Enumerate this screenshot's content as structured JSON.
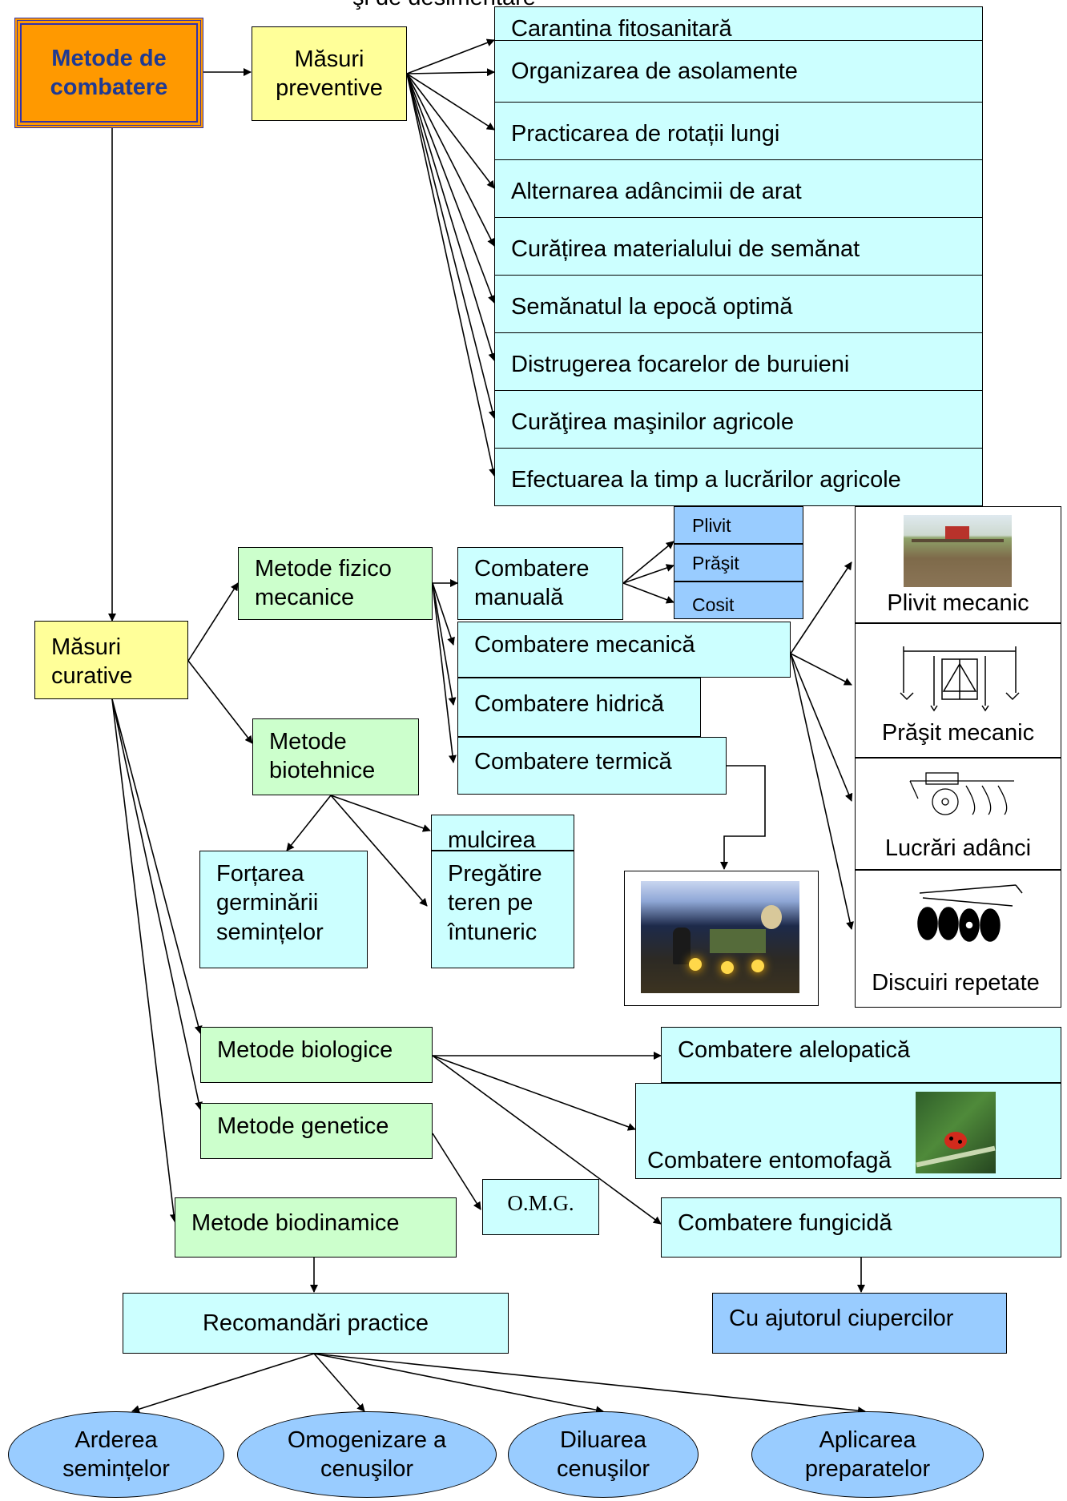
{
  "top_title_fragment": "şi de desimentare",
  "root": "Metode de combatere",
  "preventive": {
    "label": "Măsuri preventive",
    "items": [
      "Carantina fitosanitară",
      "Organizarea de asolamente",
      "Practicarea de rotații lungi",
      "Alternarea adâncimii de arat",
      "Curățirea materialului de semănat",
      "Semănatul la epocă optimă",
      "Distrugerea focarelor de buruieni",
      "Curăţirea maşinilor agricole",
      "Efectuarea la timp a lucrărilor agricole"
    ]
  },
  "curative": {
    "label": "Măsuri curative",
    "physical": {
      "label": "Metode fizico mecanice",
      "manual": {
        "label": "Combatere manuală",
        "items": [
          "Plivit",
          "Prăşit",
          "Cosit"
        ]
      },
      "mechanical": "Combatere mecanică",
      "hydric": "Combatere hidrică",
      "thermal": "Combatere termică",
      "mechanical_images": [
        "Plivit mecanic",
        "Prăşit mecanic",
        "Lucrări adânci",
        "Discuiri repetate"
      ]
    },
    "biotechnical": {
      "label": "Metode biotehnice",
      "forcing": "Forțarea germinării semințelor",
      "mulching": "mulcirea",
      "dark_prep": "Pregătire teren pe întuneric"
    },
    "biological": {
      "label": "Metode biologice",
      "allelopathic": "Combatere alelopatică",
      "entomophagous": "Combatere entomofagă",
      "fungicidal": "Combatere fungicidă",
      "fungi": "Cu ajutorul ciupercilor"
    },
    "genetic": {
      "label": "Metode genetice",
      "gmo": "O.M.G."
    },
    "biodynamic": {
      "label": "Metode biodinamice",
      "recommendations": "Recomandări practice",
      "practices": [
        "Arderea semințelor",
        "Omogenizare a cenuşilor",
        "Diluarea cenuşilor",
        "Aplicarea preparatelor"
      ]
    }
  },
  "colors": {
    "root_fill": "#ff9900",
    "root_text": "#1f3a93",
    "root_border": "#3333aa",
    "yellow": "#ffff99",
    "green": "#ccffcc",
    "cyan": "#ccffff",
    "blue": "#99ccff"
  }
}
